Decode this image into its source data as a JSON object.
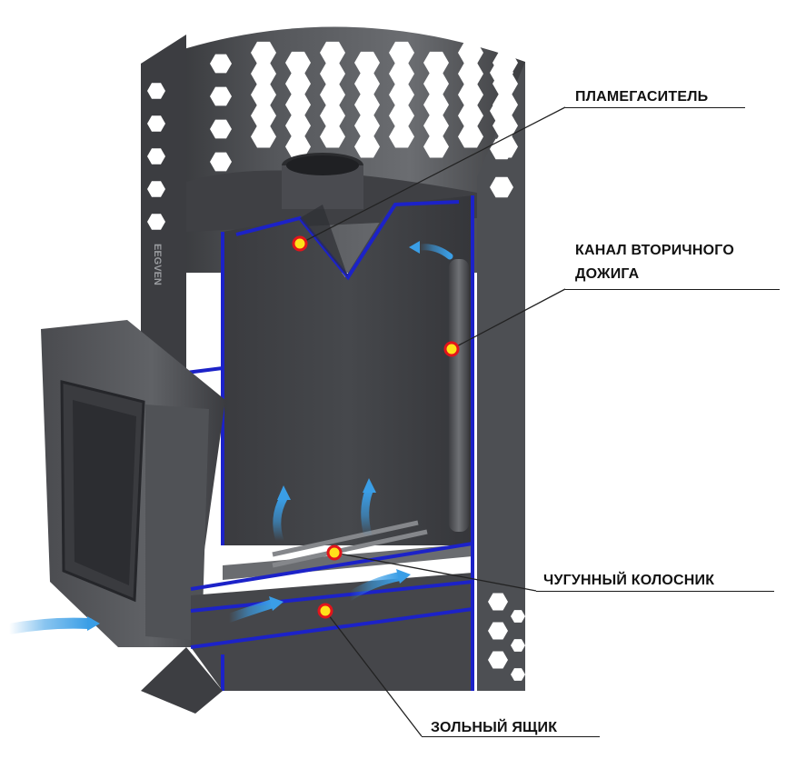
{
  "labels": {
    "flame_arrester": "ПЛАМЕГАСИТЕЛЬ",
    "secondary_channel_line1": "КАНАЛ ВТОРИЧНОГО",
    "secondary_channel_line2": "ДОЖИГА",
    "cast_iron_grate": "ЧУГУННЫЙ КОЛОСНИК",
    "ash_box": "ЗОЛЬНЫЙ ЯЩИК"
  },
  "brand_mark": "EEGVEN",
  "colors": {
    "metal_dark": "#3a3b3e",
    "metal_mid": "#55575b",
    "metal_light": "#8a8c90",
    "section_edge": "#1c22c8",
    "marker_fill": "#ffe21a",
    "marker_ring": "#e2141b",
    "airflow": "#3a9ee6"
  }
}
